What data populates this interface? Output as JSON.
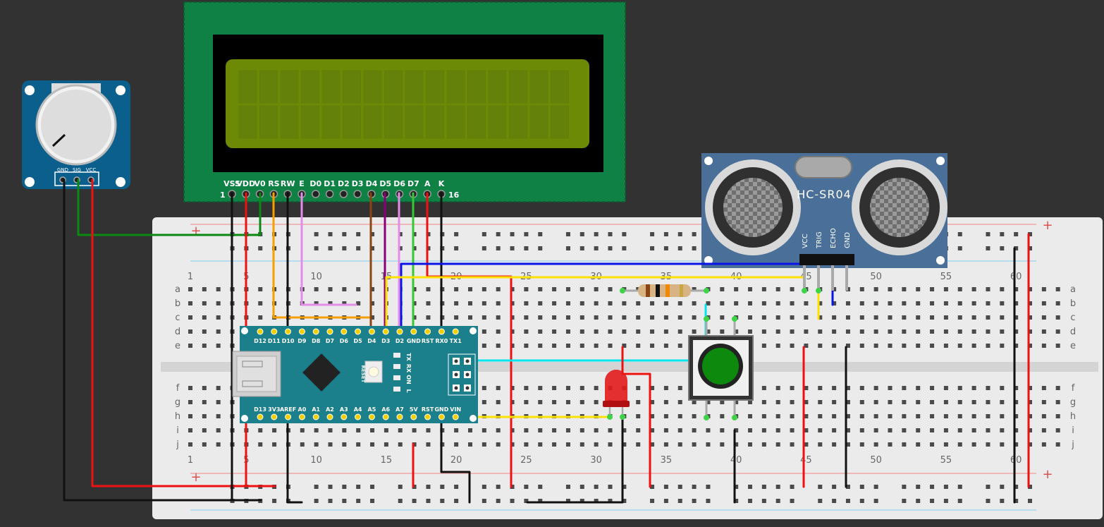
{
  "lcd": {
    "pins": [
      "VSS",
      "VDD",
      "V0",
      "RS",
      "RW",
      "E",
      "D0",
      "D1",
      "D2",
      "D3",
      "D4",
      "D5",
      "D6",
      "D7",
      "A",
      "K"
    ],
    "first_pin_number": "1",
    "last_pin_number": "16",
    "board_color": "#0f8145",
    "screen_color": "#6c8a06"
  },
  "potentiometer": {
    "pins": [
      "GND",
      "SIG",
      "VCC"
    ],
    "board_color": "#0b5f8c"
  },
  "ultrasonic": {
    "label": "HC-SR04",
    "pins": [
      "VCC",
      "TRIG",
      "ECHO",
      "GND"
    ],
    "board_color": "#4a6f98"
  },
  "arduino": {
    "top_pins": [
      "D12",
      "D11",
      "D10",
      "D9",
      "D8",
      "D7",
      "D6",
      "D5",
      "D4",
      "D3",
      "D2",
      "GND",
      "RST",
      "RX0",
      "TX1"
    ],
    "bottom_pins": [
      "D13",
      "3V3",
      "AREF",
      "A0",
      "A1",
      "A2",
      "A3",
      "A4",
      "A5",
      "A6",
      "A7",
      "5V",
      "RST",
      "GND",
      "VIN"
    ],
    "reset_label": "RESET",
    "led_labels": [
      "TX",
      "RX",
      "ON",
      "L"
    ],
    "board_color": "#1b7f8c"
  },
  "breadboard": {
    "column_labels": [
      "1",
      "5",
      "10",
      "15",
      "20",
      "25",
      "30",
      "35",
      "40",
      "45",
      "50",
      "55",
      "60"
    ],
    "row_labels_top": [
      "a",
      "b",
      "c",
      "d",
      "e"
    ],
    "row_labels_bottom": [
      "f",
      "g",
      "h",
      "i",
      "j"
    ],
    "rail_plus": "+"
  },
  "wire_colors": {
    "red": "#ee1111",
    "black": "#111111",
    "green": "#0a8a12",
    "orange": "#f5a000",
    "pink": "#e38ce8",
    "brown": "#8b4513",
    "purple": "#8a007a",
    "lime": "#35c832",
    "blue": "#0a14e8",
    "yellow": "#ffe100",
    "cyan": "#00e5ee"
  }
}
